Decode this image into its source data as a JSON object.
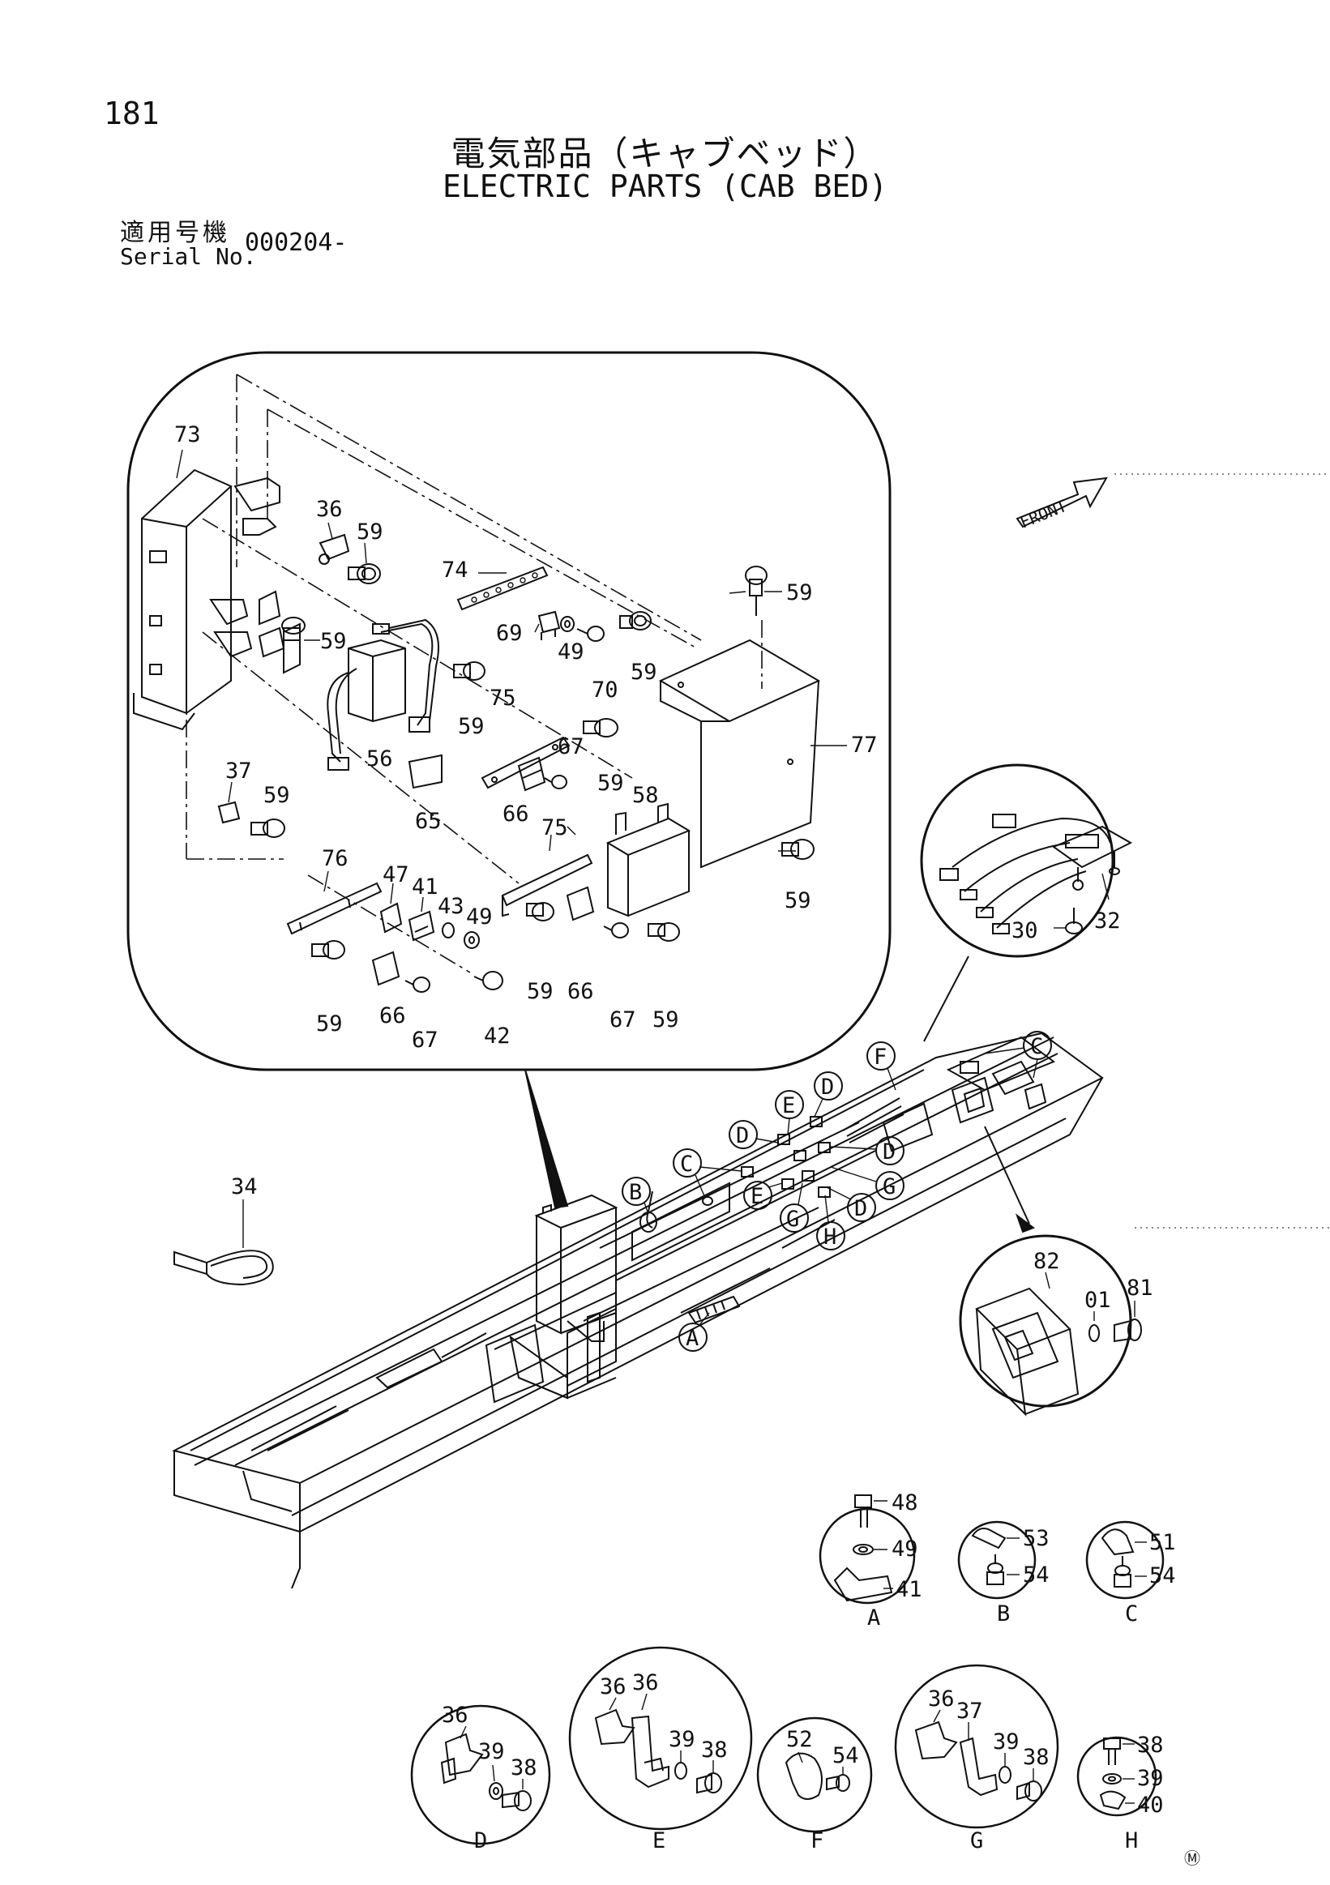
{
  "header": {
    "page_number": "181",
    "title_jp": "電気部品（キャブベッド）",
    "title_en": "ELECTRIC PARTS (CAB BED)",
    "serial_label_jp": "適用号機",
    "serial_label_en": "Serial No.",
    "serial_value": "000204-"
  },
  "front_arrow_label": "FRONT",
  "maker_mark": "Ⓜ",
  "callouts": {
    "c73": "73",
    "c36a": "36",
    "c59a": "59",
    "c74": "74",
    "c59b": "59",
    "c69": "69",
    "c49a": "49",
    "c70": "70",
    "c59c": "59",
    "c59d": "59",
    "c56": "56",
    "c59e": "59",
    "c75a": "75",
    "c59f": "59",
    "c67a": "67",
    "c77": "77",
    "c37": "37",
    "c59g": "59",
    "c66a": "66",
    "c65": "65",
    "c58": "58",
    "c59h": "59",
    "c75b": "75",
    "c76": "76",
    "c47": "47",
    "c41a": "41",
    "c43": "43",
    "c49b": "49",
    "c59i": "59",
    "c66b": "66",
    "c67b": "67",
    "c42": "42",
    "c59j": "59",
    "c66c": "66",
    "c67c": "67",
    "c59k": "59",
    "c30": "30",
    "c32": "32",
    "c34": "34",
    "c82": "82",
    "c01": "01",
    "c81": "81",
    "dA48": "48",
    "dA49": "49",
    "dA41": "41",
    "dB53": "53",
    "dB54": "54",
    "dC51": "51",
    "dC54": "54",
    "dD36": "36",
    "dD39": "39",
    "dD38": "38",
    "dE36a": "36",
    "dE36b": "36",
    "dE39": "39",
    "dE38": "38",
    "dF52": "52",
    "dF54": "54",
    "dG36": "36",
    "dG37": "37",
    "dG39": "39",
    "dG38": "38",
    "dH38": "38",
    "dH39": "39",
    "dH40": "40"
  },
  "circle_letters": {
    "F": "F",
    "C1": "C",
    "E1": "E",
    "D1": "D",
    "D2": "D",
    "D3": "D",
    "C2": "C",
    "B": "B",
    "E2": "E",
    "G1": "G",
    "G2": "G",
    "D4": "D",
    "H": "H",
    "A": "A"
  },
  "detail_letters": {
    "A": "A",
    "B": "B",
    "C": "C",
    "D": "D",
    "E": "E",
    "F": "F",
    "G": "G",
    "H": "H"
  }
}
